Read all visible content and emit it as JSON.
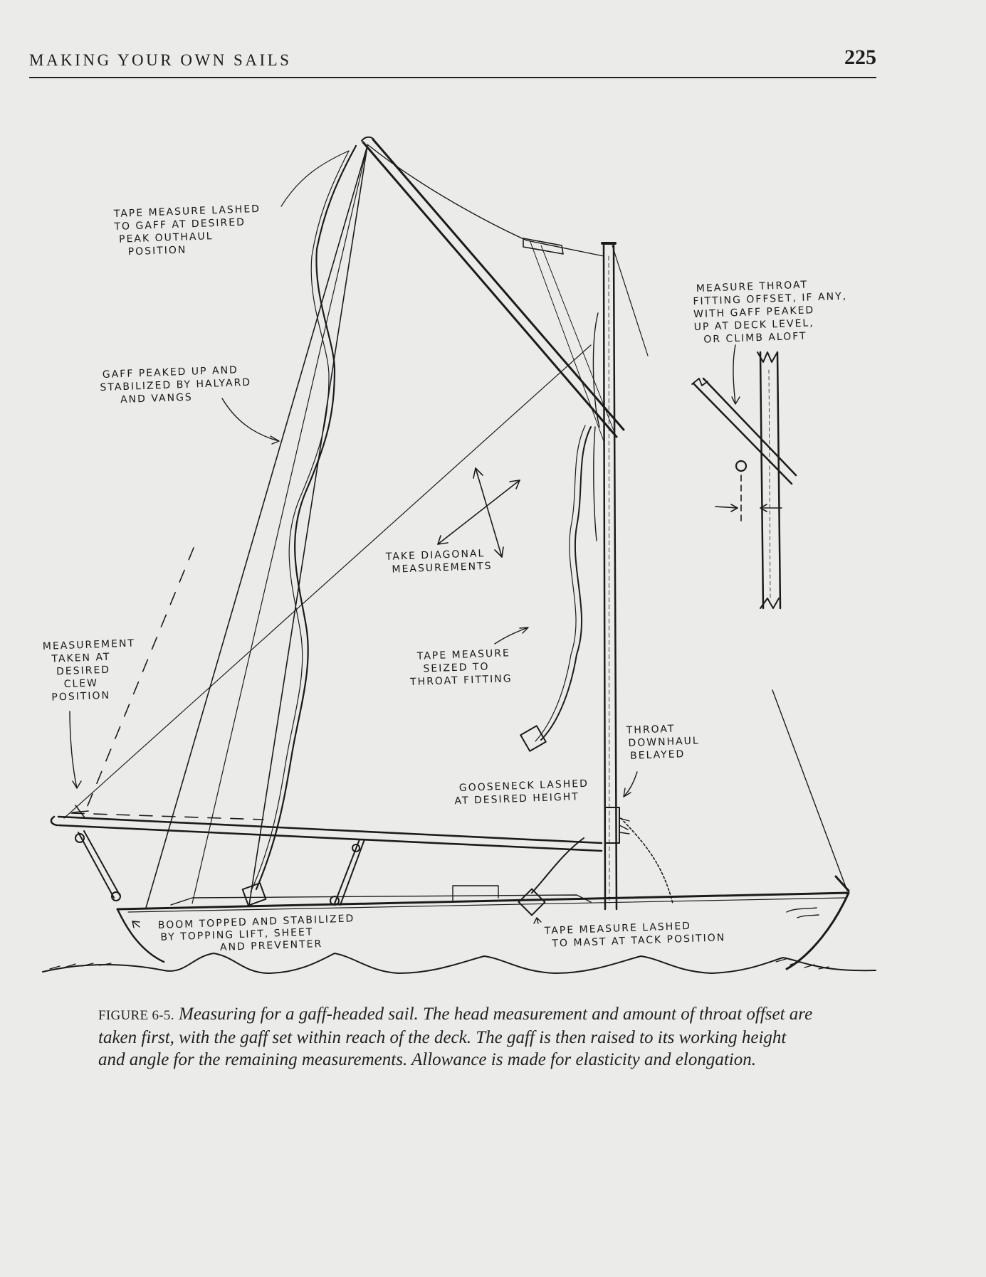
{
  "header": {
    "running_head": "MAKING YOUR OWN SAILS",
    "page_number": "225"
  },
  "figure": {
    "labels": {
      "peak_outhaul": [
        "TAPE MEASURE LASHED",
        "TO GAFF AT DESIRED",
        "PEAK OUTHAUL",
        "POSITION"
      ],
      "throat_offset": [
        "MEASURE THROAT",
        "FITTING OFFSET, IF ANY,",
        "WITH GAFF PEAKED",
        "UP AT DECK LEVEL,",
        "OR CLIMB ALOFT"
      ],
      "gaff_peaked": [
        "GAFF PEAKED UP AND",
        "STABILIZED BY HALYARD",
        "AND VANGS"
      ],
      "diagonal": [
        "TAKE DIAGONAL",
        "MEASUREMENTS"
      ],
      "clew": [
        "MEASUREMENT",
        "TAKEN AT",
        "DESIRED",
        "CLEW",
        "POSITION"
      ],
      "throat_fitting": [
        "TAPE MEASURE",
        "SEIZED TO",
        "THROAT FITTING"
      ],
      "downhaul": [
        "THROAT",
        "DOWNHAUL",
        "BELAYED"
      ],
      "gooseneck": [
        "GOOSENECK LASHED",
        "AT DESIRED HEIGHT"
      ],
      "boom_topped": [
        "BOOM TOPPED AND STABILIZED",
        "BY TOPPING LIFT, SHEET",
        "AND PREVENTER"
      ],
      "tack": [
        "TAPE MEASURE LASHED",
        "TO MAST AT TACK POSITION"
      ]
    }
  },
  "caption": {
    "label": "FIGURE 6-5.",
    "text": "Measuring for a gaff-headed sail. The head measurement and amount of throat offset are taken first, with the gaff set within reach of the deck. The gaff is then raised to its working height and angle for the remaining measurements. Allowance is made for elasticity and elongation."
  }
}
